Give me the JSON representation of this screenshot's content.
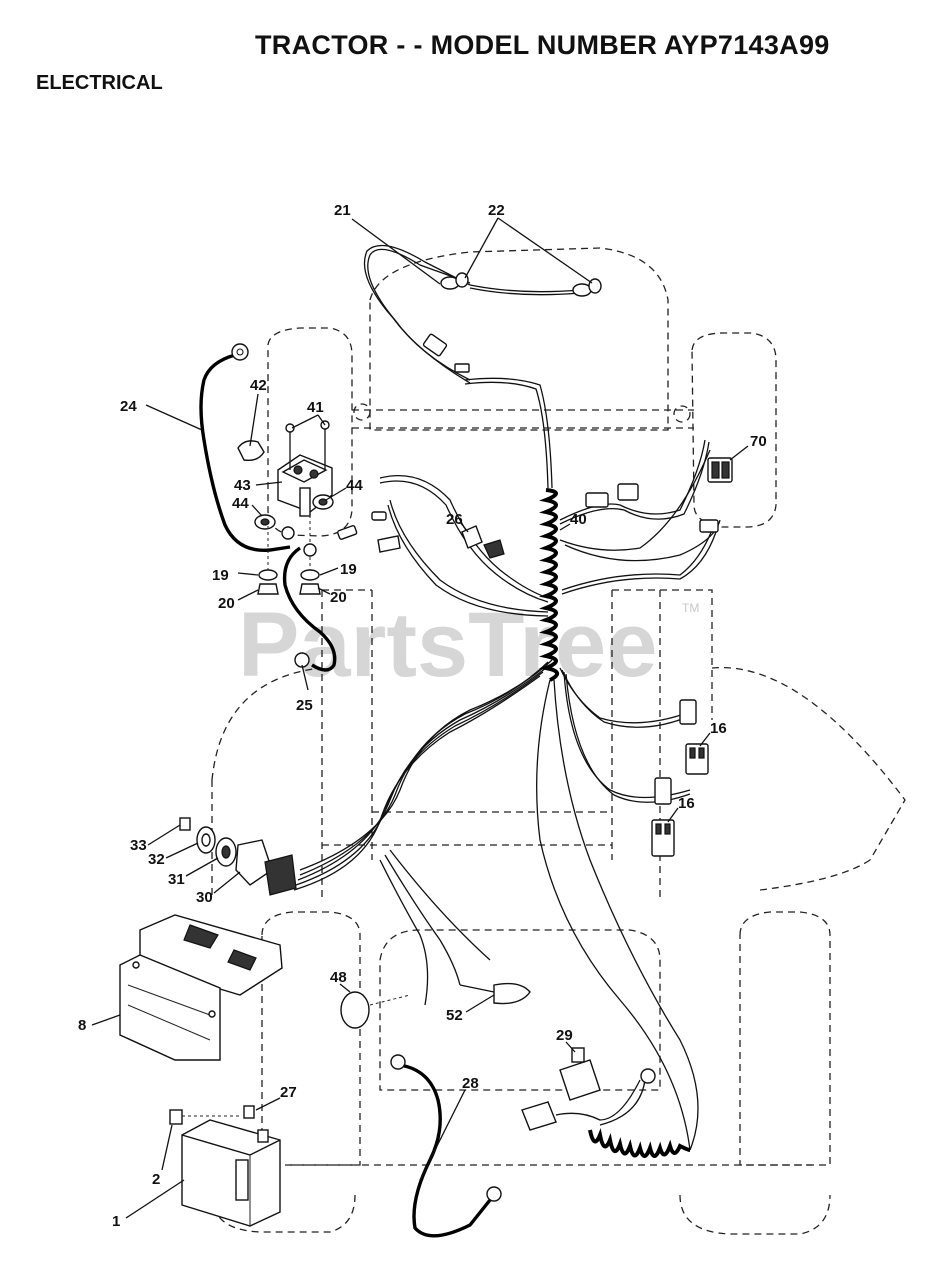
{
  "header": {
    "title": "TRACTOR - - MODEL NUMBER AYP7143A99",
    "section": "ELECTRICAL"
  },
  "watermark": {
    "text": "PartsTree",
    "tm": "TM"
  },
  "callouts": {
    "c21": "21",
    "c22": "22",
    "c24": "24",
    "c42": "42",
    "c41": "41",
    "c43": "43",
    "c44a": "44",
    "c44b": "44",
    "c19a": "19",
    "c19b": "19",
    "c20a": "20",
    "c20b": "20",
    "c25": "25",
    "c26": "26",
    "c40": "40",
    "c70": "70",
    "c16a": "16",
    "c16b": "16",
    "c33": "33",
    "c32": "32",
    "c31": "31",
    "c30": "30",
    "c8": "8",
    "c48": "48",
    "c52": "52",
    "c29": "29",
    "c28": "28",
    "c27": "27",
    "c2": "2",
    "c1": "1"
  }
}
